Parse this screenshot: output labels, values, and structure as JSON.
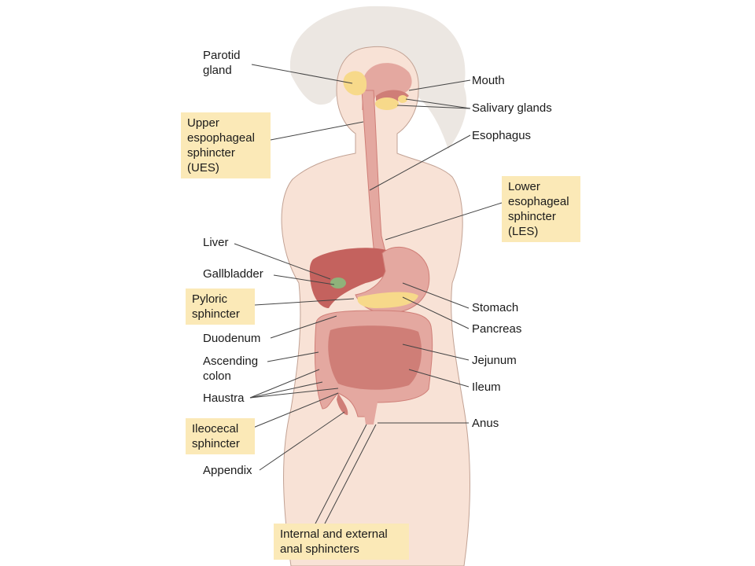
{
  "colors": {
    "body_skin": "#f8e2d6",
    "body_outline": "#c2a294",
    "hair": "#ece7e2",
    "organ": "#e4a8a0",
    "organ_dark": "#cf7e77",
    "liver": "#c4625e",
    "gland": "#f7d98a",
    "gallbladder": "#8fb27a",
    "highlight_box": "#fbe9b7",
    "leader_line": "#444444"
  },
  "labels": {
    "parotid": "Parotid\ngland",
    "mouth": "Mouth",
    "salivary": "Salivary glands",
    "ues": "Upper\nespophageal\nsphincter\n(UES)",
    "esophagus": "Esophagus",
    "les": "Lower\nesophageal\nsphincter\n(LES)",
    "liver": "Liver",
    "gallbladder": "Gallbladder",
    "pyloric": "Pyloric\nsphincter",
    "stomach": "Stomach",
    "pancreas": "Pancreas",
    "duodenum": "Duodenum",
    "ascending_colon": "Ascending\ncolon",
    "jejunum": "Jejunum",
    "ileum": "Ileum",
    "haustra": "Haustra",
    "ileocecal": "Ileocecal\nsphincter",
    "anus": "Anus",
    "appendix": "Appendix",
    "anal_sphincters": "Internal and external\nanal sphincters"
  }
}
